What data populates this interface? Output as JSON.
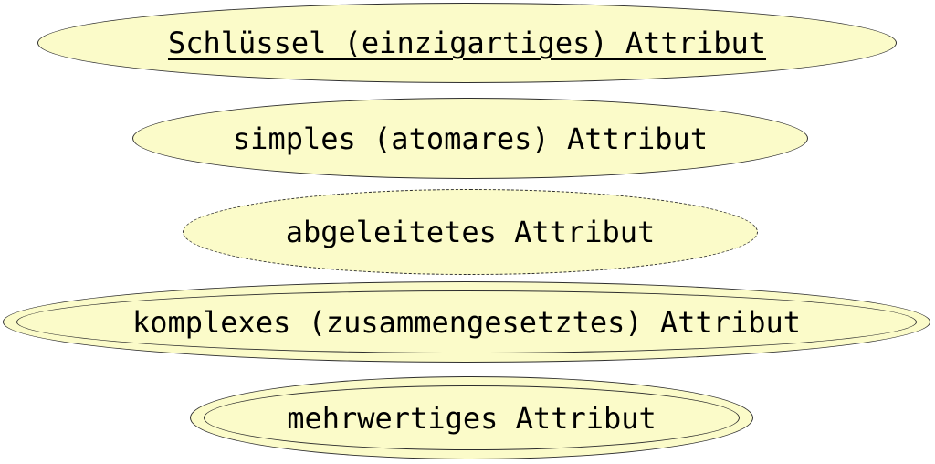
{
  "diagram": {
    "colors": {
      "fill": "#fbfbc9",
      "stroke": "#2e2e2e",
      "text": "#000000",
      "background": "#ffffff"
    },
    "nodes": [
      {
        "label": "Schlüssel (einzigartiges) Attribut",
        "shape": "ellipse",
        "border": "solid",
        "underlined": true
      },
      {
        "label": "simples (atomares) Attribut",
        "shape": "ellipse",
        "border": "solid",
        "underlined": false
      },
      {
        "label": "abgeleitetes Attribut",
        "shape": "ellipse",
        "border": "dashed",
        "underlined": false
      },
      {
        "label": "komplexes (zusammengesetztes) Attribut",
        "shape": "double-ellipse",
        "border": "solid",
        "underlined": false
      },
      {
        "label": "mehrwertiges Attribut",
        "shape": "double-ellipse",
        "border": "solid",
        "underlined": false
      }
    ]
  }
}
